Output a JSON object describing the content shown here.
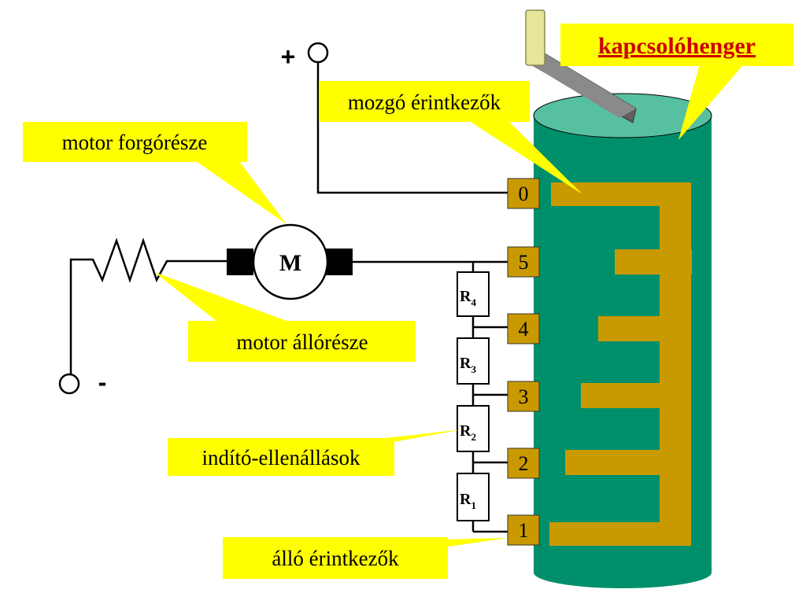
{
  "title": {
    "text": "kapcsolóhenger"
  },
  "callouts": {
    "moving_contacts": "mozgó érintkezők",
    "rotor": "motor forgórésze",
    "stator": "motor állórésze",
    "starting_resistors": "indító-ellenállások",
    "fixed_contacts": "álló érintkezők"
  },
  "motor": {
    "label": "M"
  },
  "supply": {
    "plus": "+",
    "minus": "-"
  },
  "terminals": [
    "0",
    "5",
    "4",
    "3",
    "2",
    "1"
  ],
  "resistors": [
    {
      "base": "R",
      "sub": "4"
    },
    {
      "base": "R",
      "sub": "3"
    },
    {
      "base": "R",
      "sub": "2"
    },
    {
      "base": "R",
      "sub": "1"
    }
  ],
  "colors": {
    "callout_fill": "#ffff00",
    "drum_body": "#008f6b",
    "drum_top": "#57c0a0",
    "contact_strip": "#c99a00",
    "title_text": "#cc0000"
  }
}
